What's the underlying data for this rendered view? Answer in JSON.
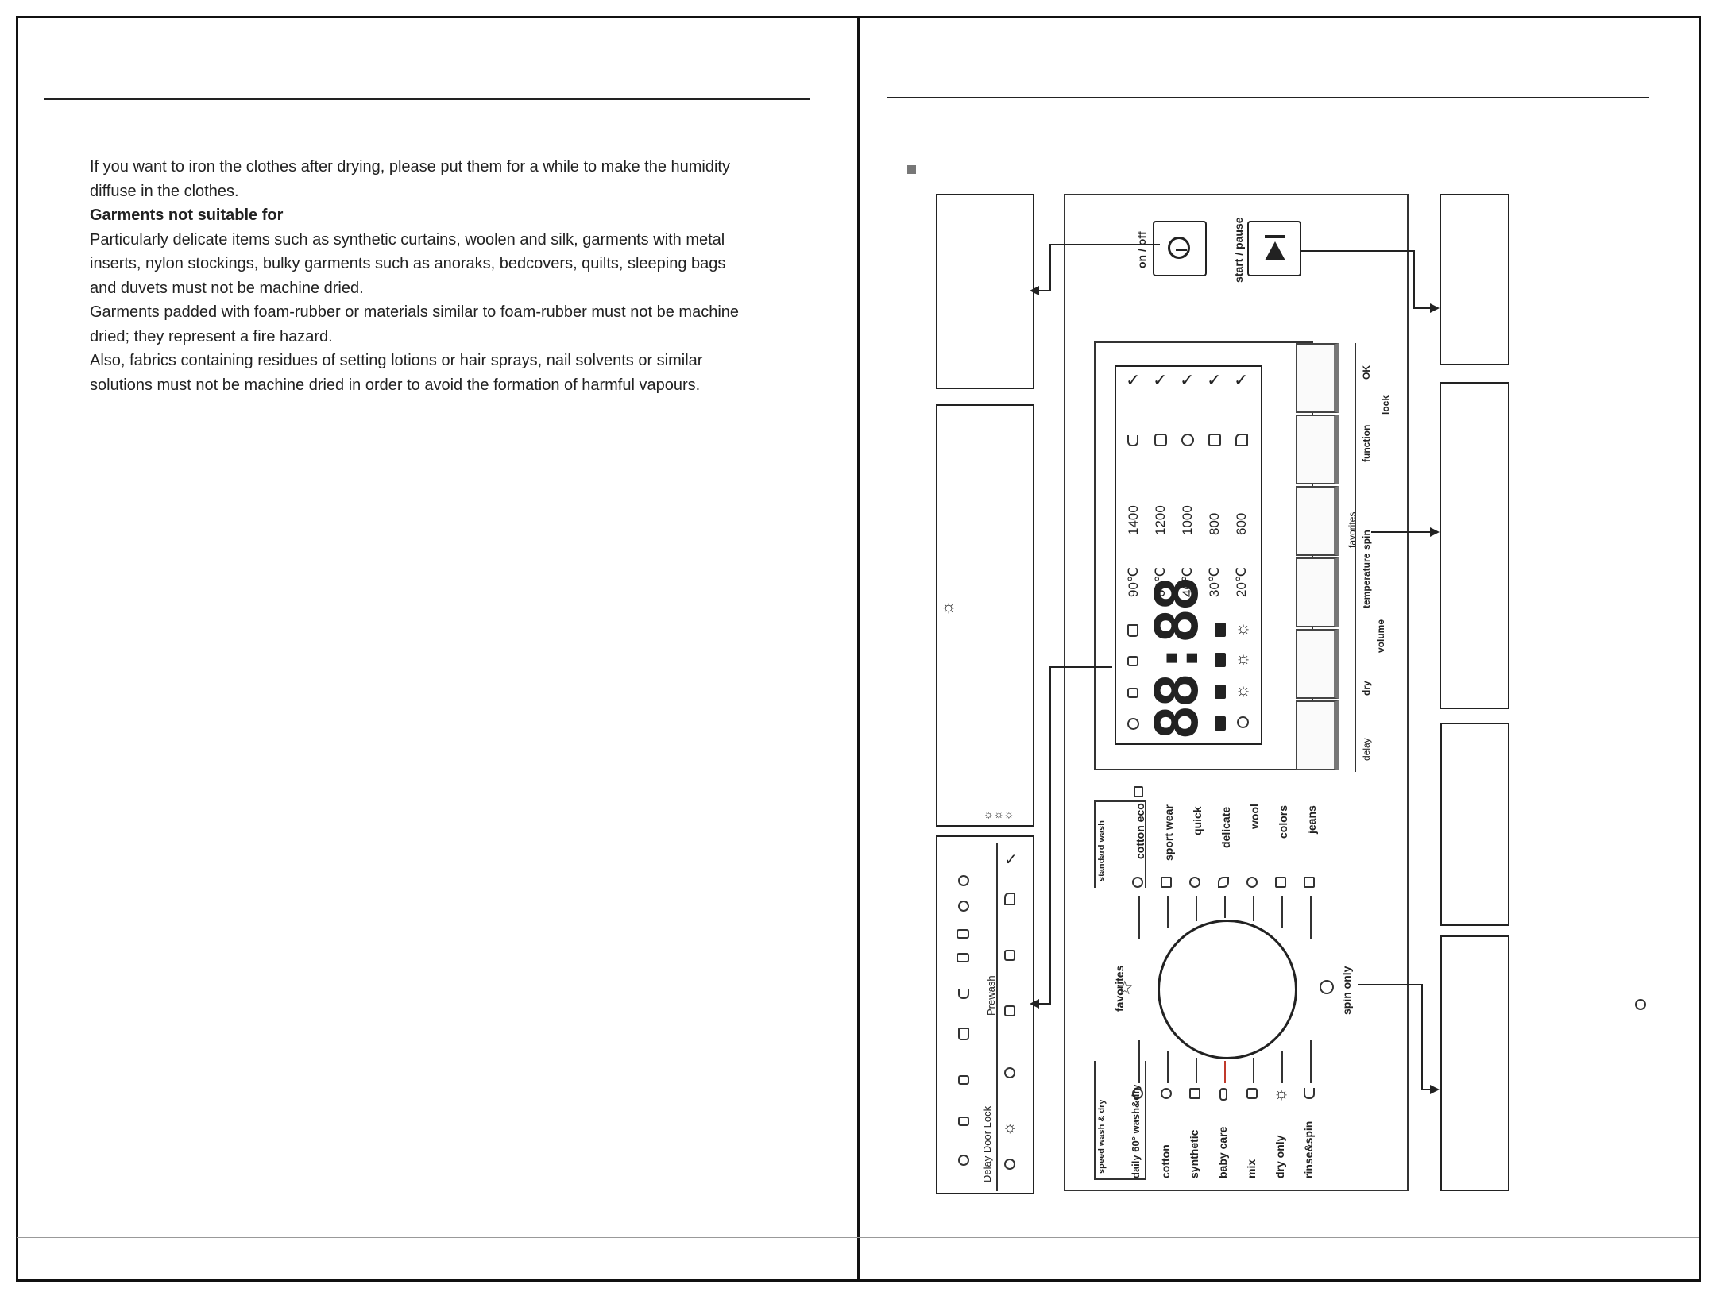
{
  "left_page": {
    "lines": [
      {
        "text": "If you want to iron the clothes after drying, please put them for a while to make the humidity",
        "bold": false
      },
      {
        "text": "diffuse in the clothes.",
        "bold": false
      },
      {
        "text": "Garments not suitable for",
        "bold": true
      },
      {
        "text": "Particularly delicate items such as synthetic curtains, woolen and silk, garments with metal",
        "bold": false
      },
      {
        "text": "inserts, nylon stockings, bulky garments such as anoraks, bedcovers, quilts, sleeping bags",
        "bold": false
      },
      {
        "text": "and duvets must not be machine dried.",
        "bold": false
      },
      {
        "text": "Garments padded with foam-rubber or materials similar to foam-rubber must not be machine",
        "bold": false
      },
      {
        "text": "dried; they represent a fire hazard.",
        "bold": false
      },
      {
        "text": "Also, fabrics containing residues of setting lotions or hair sprays, nail solvents or similar",
        "bold": false
      },
      {
        "text": "solutions must not be machine dried in order to avoid the formation of harmful vapours.",
        "bold": false
      }
    ]
  },
  "panel": {
    "on_off": "on / off",
    "start_pause": "start / pause",
    "touch_labels": [
      "delay",
      "dry",
      "volume",
      "temperature",
      "spin",
      "favorites",
      "function",
      "lock",
      "OK"
    ],
    "spin_speeds": [
      "1400",
      "1200",
      "1000",
      "800",
      "600"
    ],
    "temperatures": [
      "90℃",
      "60℃",
      "40℃",
      "30℃",
      "20℃"
    ],
    "lcd_digits": "88:88",
    "standard_wash": "standard wash",
    "speed_wash_dry": "speed wash & dry",
    "favorites": "favorites",
    "spin_only": "spin only",
    "programs_right": [
      "cotton eco",
      "sport wear",
      "quick",
      "delicate",
      "wool",
      "colors",
      "jeans"
    ],
    "programs_left": [
      "daily 60° wash&dry",
      "cotton",
      "synthetic",
      "baby care",
      "mix",
      "dry only",
      "rinse&spin"
    ]
  },
  "legend_box": {
    "prewash": "Prewash",
    "delay_door_lock": "Delay Door Lock"
  },
  "icons": {
    "sun": "☼",
    "sun_small": "☼☼☼",
    "check": "✓"
  },
  "colors": {
    "line": "#222222",
    "accent": "#c0392b"
  }
}
